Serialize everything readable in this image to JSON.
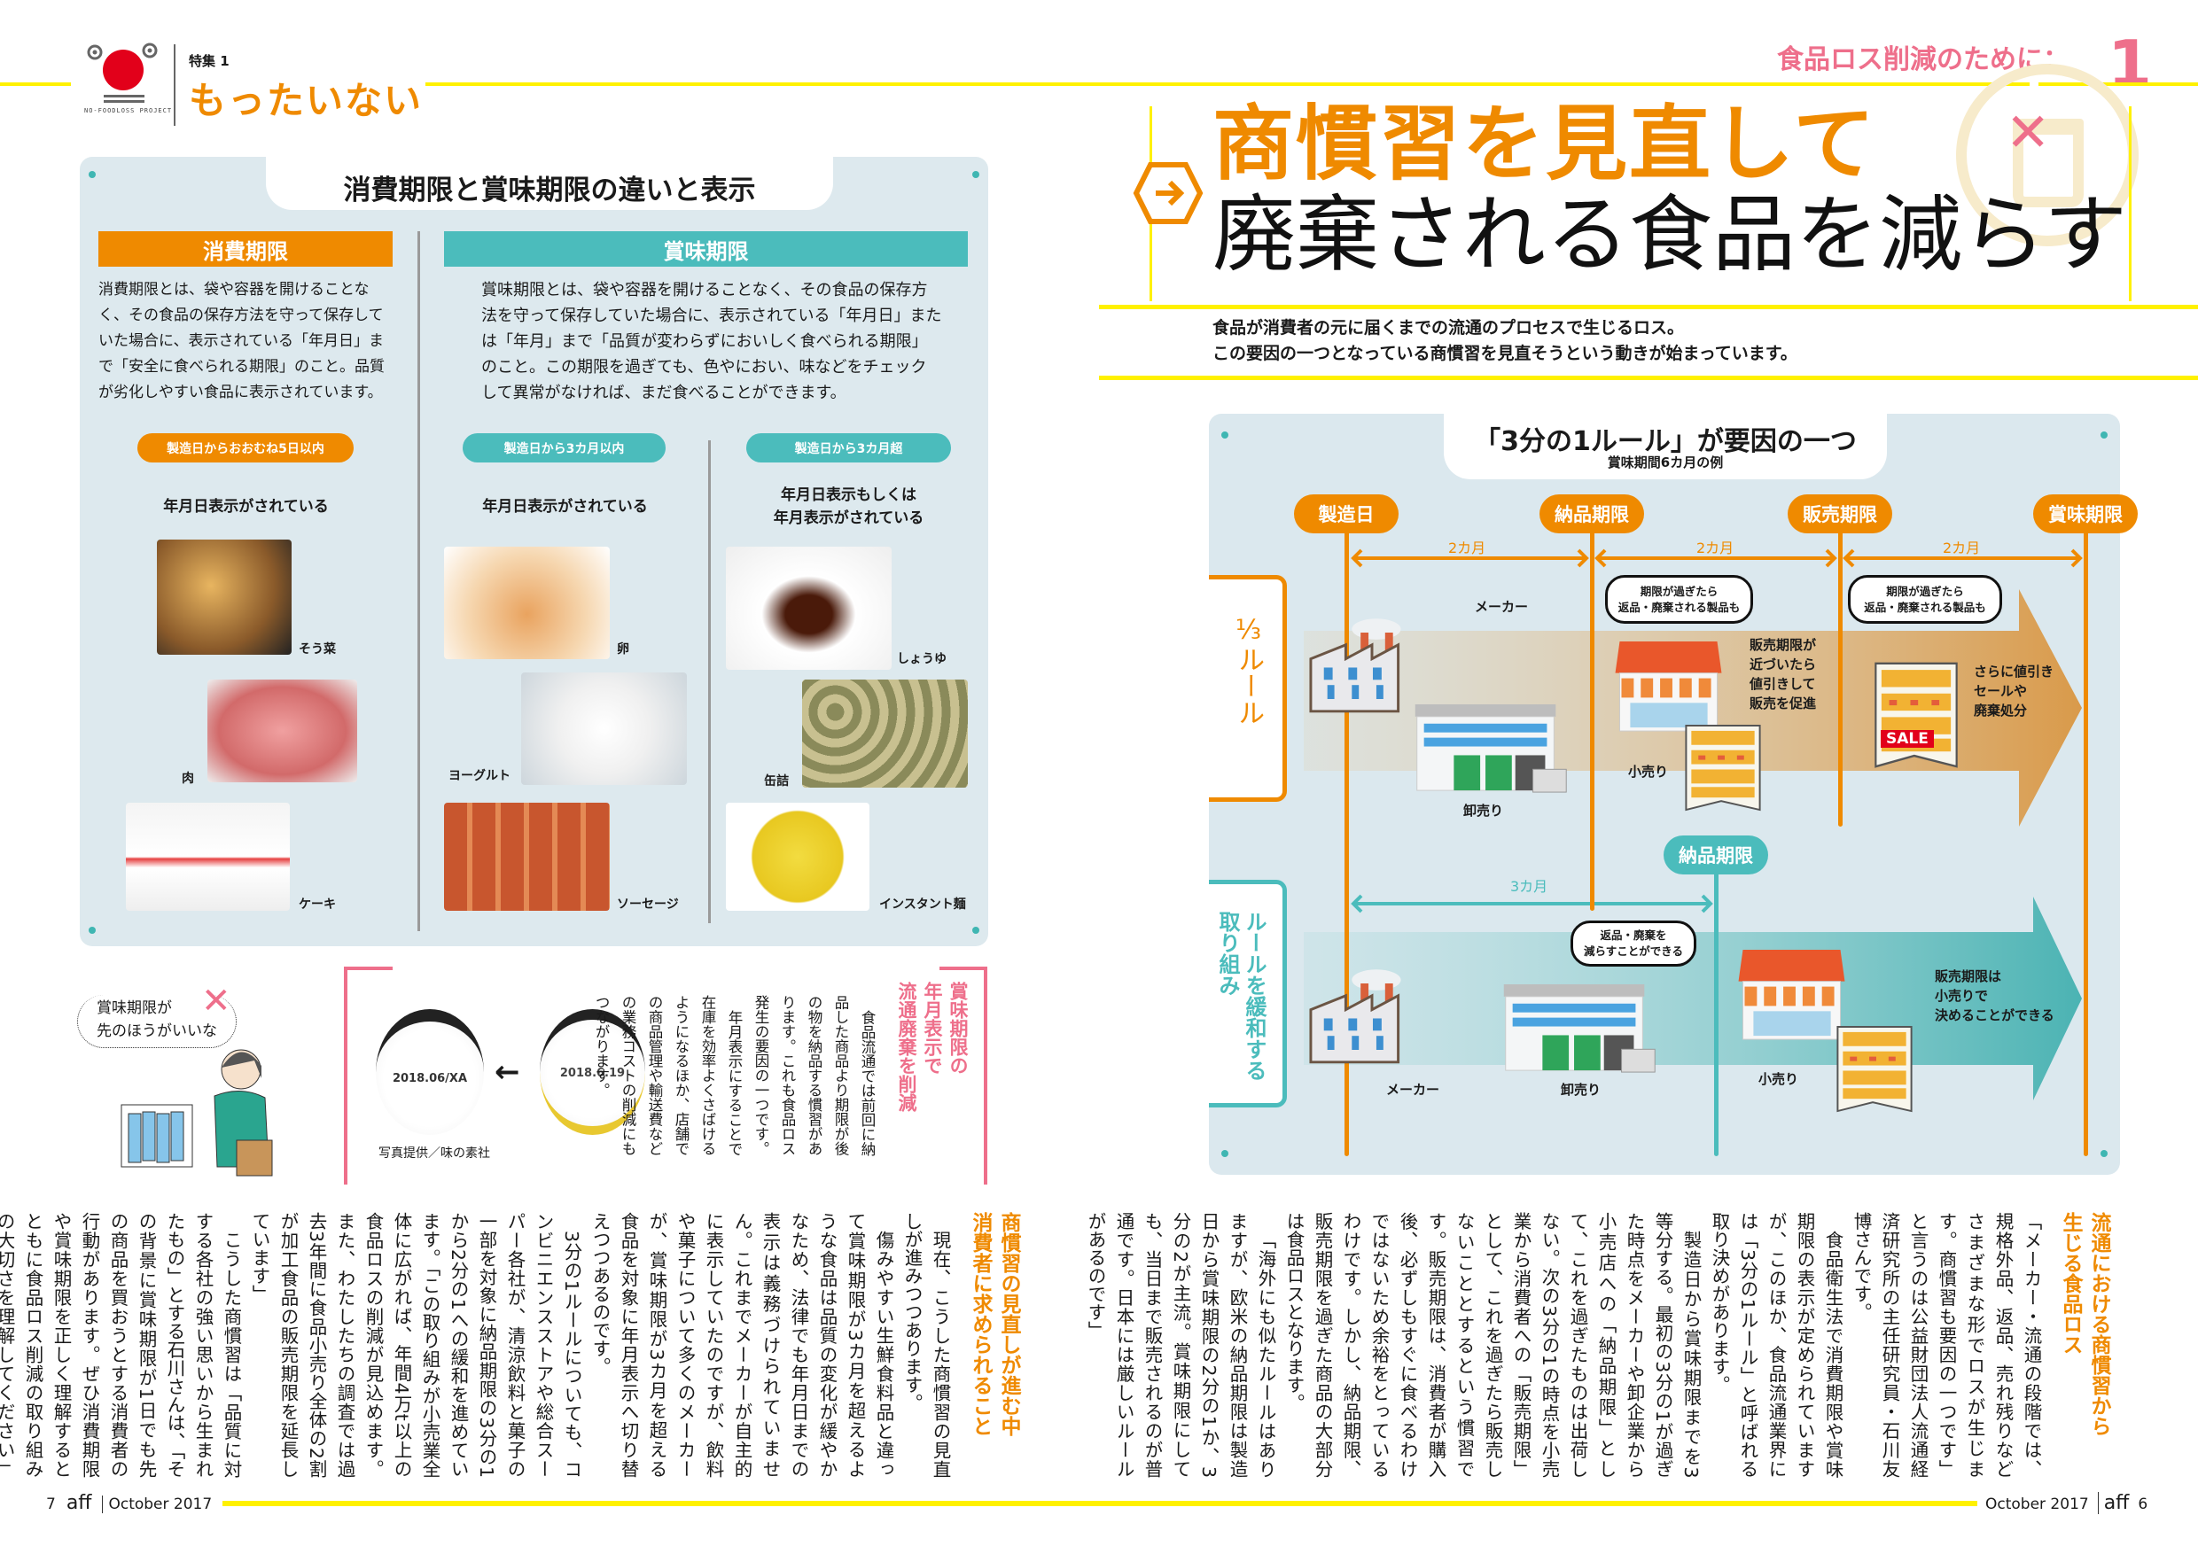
{
  "left_page": {
    "logo_caption": "NO-FOODLOSS PROJECT",
    "feature_label": "特集 1",
    "feature_title": "もったいない",
    "infobox": {
      "title": "消費期限と賞味期限の違いと表示",
      "use_by": {
        "header": "消費期限",
        "description": "消費期限とは、袋や容器を開けることなく、その食品の保存方法を守って保存していた場合に、表示されている「年月日」まで「安全に食べられる期限」のこと。品質が劣化しやすい食品に表示されています。",
        "pill": "製造日からおおむね5日以内",
        "display_note": "年月日表示がされている",
        "items": [
          "そう菜",
          "肉",
          "ケーキ"
        ]
      },
      "best_before": {
        "header": "賞味期限",
        "description": "賞味期限とは、袋や容器を開けることなく、その食品の保存方法を守って保存していた場合に、表示されている「年月日」または「年月」まで「品質が変わらずにおいしく食べられる期限」のこと。この期限を過ぎても、色やにおい、味などをチェックして異常がなければ、まだ食べることができます。",
        "within": {
          "pill": "製造日から3カ月以内",
          "display_note": "年月日表示がされている",
          "items": [
            "卵",
            "ヨーグルト",
            "ソーセージ"
          ]
        },
        "over": {
          "pill": "製造日から3カ月超",
          "display_note_1": "年月日表示もしくは",
          "display_note_2": "年月表示がされている",
          "items": [
            "しょうゆ",
            "缶詰",
            "インスタント麺"
          ]
        }
      }
    },
    "illustration_speech": [
      "賞味期限が",
      "先のほうがいいな"
    ],
    "date_examples": {
      "after": "2018.06/XA",
      "before": "2018.6.19",
      "credit": "写真提供／味の素社"
    },
    "sidebar": {
      "heading": [
        "賞味期限の",
        "年月表示で",
        "流通廃棄を削減"
      ],
      "body": [
        "食品流通では前回に納品した商品より期限が後の物を納品する慣習があります。これも食品ロス発生の要因の一つです。",
        "年月表示にすることで在庫を効率よくさばけるようになるほか、店舗での商品管理や輸送費などの業務コストの削減にもつながります。"
      ]
    },
    "article": {
      "heading": [
        "商慣習の見直しが進む中",
        "消費者に求められること"
      ],
      "body": [
        "現在、こうした商慣習の見直しが進みつつあります。",
        "傷みやすい生鮮食料品と違って賞味期限が3カ月を超えるような食品は品質の変化が緩やかなため、法律でも年月日までの表示は義務づけられていません。これまでメーカーが自主的に表示していたのですが、飲料や菓子について多くのメーカーが、賞味期限が3カ月を超える食品を対象に年月表示へ切り替えつつあるのです。",
        "3分の1ルールについても、コンビニエンスストアや総合スーパー各社が、清涼飲料と菓子の一部を対象に納品期限の3分の1から2分の1への緩和を進めています。「この取り組みが小売業全体に広がれば、年間4万t以上の食品ロスの削減が見込めます。また、わたしたちの調査では過去3年間に食品小売り全体の2割が加工食品の販売期限を延長しています」",
        "こうした商慣習は「品質に対する各社の強い思いから生まれたもの」とする石川さんは、「その背景に賞味期限が1日でも先の商品を買おうとする消費者の行動があります。ぜひ消費期限や賞味期限を正しく理解するとともに食品ロス削減の取り組みの大切さを理解してください」と訴えます。"
      ]
    },
    "footer": {
      "page": "7",
      "brand": "aff",
      "issue": "October 2017"
    }
  },
  "right_page": {
    "series_label": "食品ロス削減のために：",
    "series_number": "1",
    "title_line1": "商慣習を見直して",
    "title_line2": "廃棄される食品を減らす",
    "lead": [
      "食品が消費者の元に届くまでの流通のプロセスで生じるロス。",
      "この要因の一つとなっている商慣習を見直そうという動きが始まっています。"
    ],
    "diagram": {
      "title": "「3分の1ルール」が要因の一つ",
      "subtitle": "賞味期間6カ月の例",
      "milestones": [
        "製造日",
        "納品期限",
        "販売期限",
        "賞味期限"
      ],
      "intervals": [
        "2カ月",
        "2カ月",
        "2カ月"
      ],
      "current_rule": {
        "label": "⅓ルール",
        "bubbles": [
          [
            "期限が過ぎたら",
            "返品・廃棄される製品も"
          ],
          [
            "期限が過ぎたら",
            "返品・廃棄される製品も"
          ]
        ],
        "maker": "メーカー",
        "wholesale": "卸売り",
        "retail": "小売り",
        "retail_note": [
          "販売期限が",
          "近づいたら",
          "値引きして",
          "販売を促進"
        ],
        "final_note": [
          "さらに値引き",
          "セールや",
          "廃棄処分"
        ],
        "sale": "SALE"
      },
      "relaxed_rule": {
        "label": [
          "ルールを緩和する",
          "取り組み"
        ],
        "milestone": "納品期限",
        "interval": "3カ月",
        "bubble": [
          "返品・廃棄を",
          "減らすことができる"
        ],
        "maker": "メーカー",
        "wholesale": "卸売り",
        "retail": "小売り",
        "note": [
          "販売期限は",
          "小売りで",
          "決めることができる"
        ]
      }
    },
    "article": {
      "heading": [
        "流通における商慣習から",
        "生じる食品ロス"
      ],
      "body": [
        "「メーカー・流通の段階では、規格外品、返品、売れ残りなどさまざまな形でロスが生じます。商慣習も要因の一つです」と言うのは公益財団法人流通経済研究所の主任研究員・石川友博さんです。",
        "食品衛生法で消費期限や賞味期限の表示が定められていますが、このほか、食品流通業界には「3分の1ルール」と呼ばれる取り決めがあります。",
        "製造日から賞味期限までを3等分する。最初の3分の1が過ぎた時点をメーカーや卸企業から小売店への「納品期限」として、これを過ぎたものは出荷しない。次の3分の1の時点を小売業から消費者への「販売期限」として、これを過ぎたら販売しないこととするという慣習です。販売期限は、消費者が購入後、必ずしもすぐに食べるわけではないため余裕をとっているわけです。しかし、納品期限、販売期限を過ぎた商品の大部分は食品ロスとなります。",
        "「海外にも似たルールはありますが、欧米の納品期限は製造日から賞味期限の2分の1か、3分の2が主流。賞味期限にしても、当日まで販売されるのが普通です。日本には厳しいルールがあるのです」"
      ]
    },
    "footer": {
      "issue": "October 2017",
      "brand": "aff",
      "page": "6"
    }
  },
  "colors": {
    "orange": "#ef8a00",
    "teal": "#4bbcbc",
    "pink": "#ee6f8b",
    "yellow": "#fff100",
    "panel": "#dde9ee"
  }
}
